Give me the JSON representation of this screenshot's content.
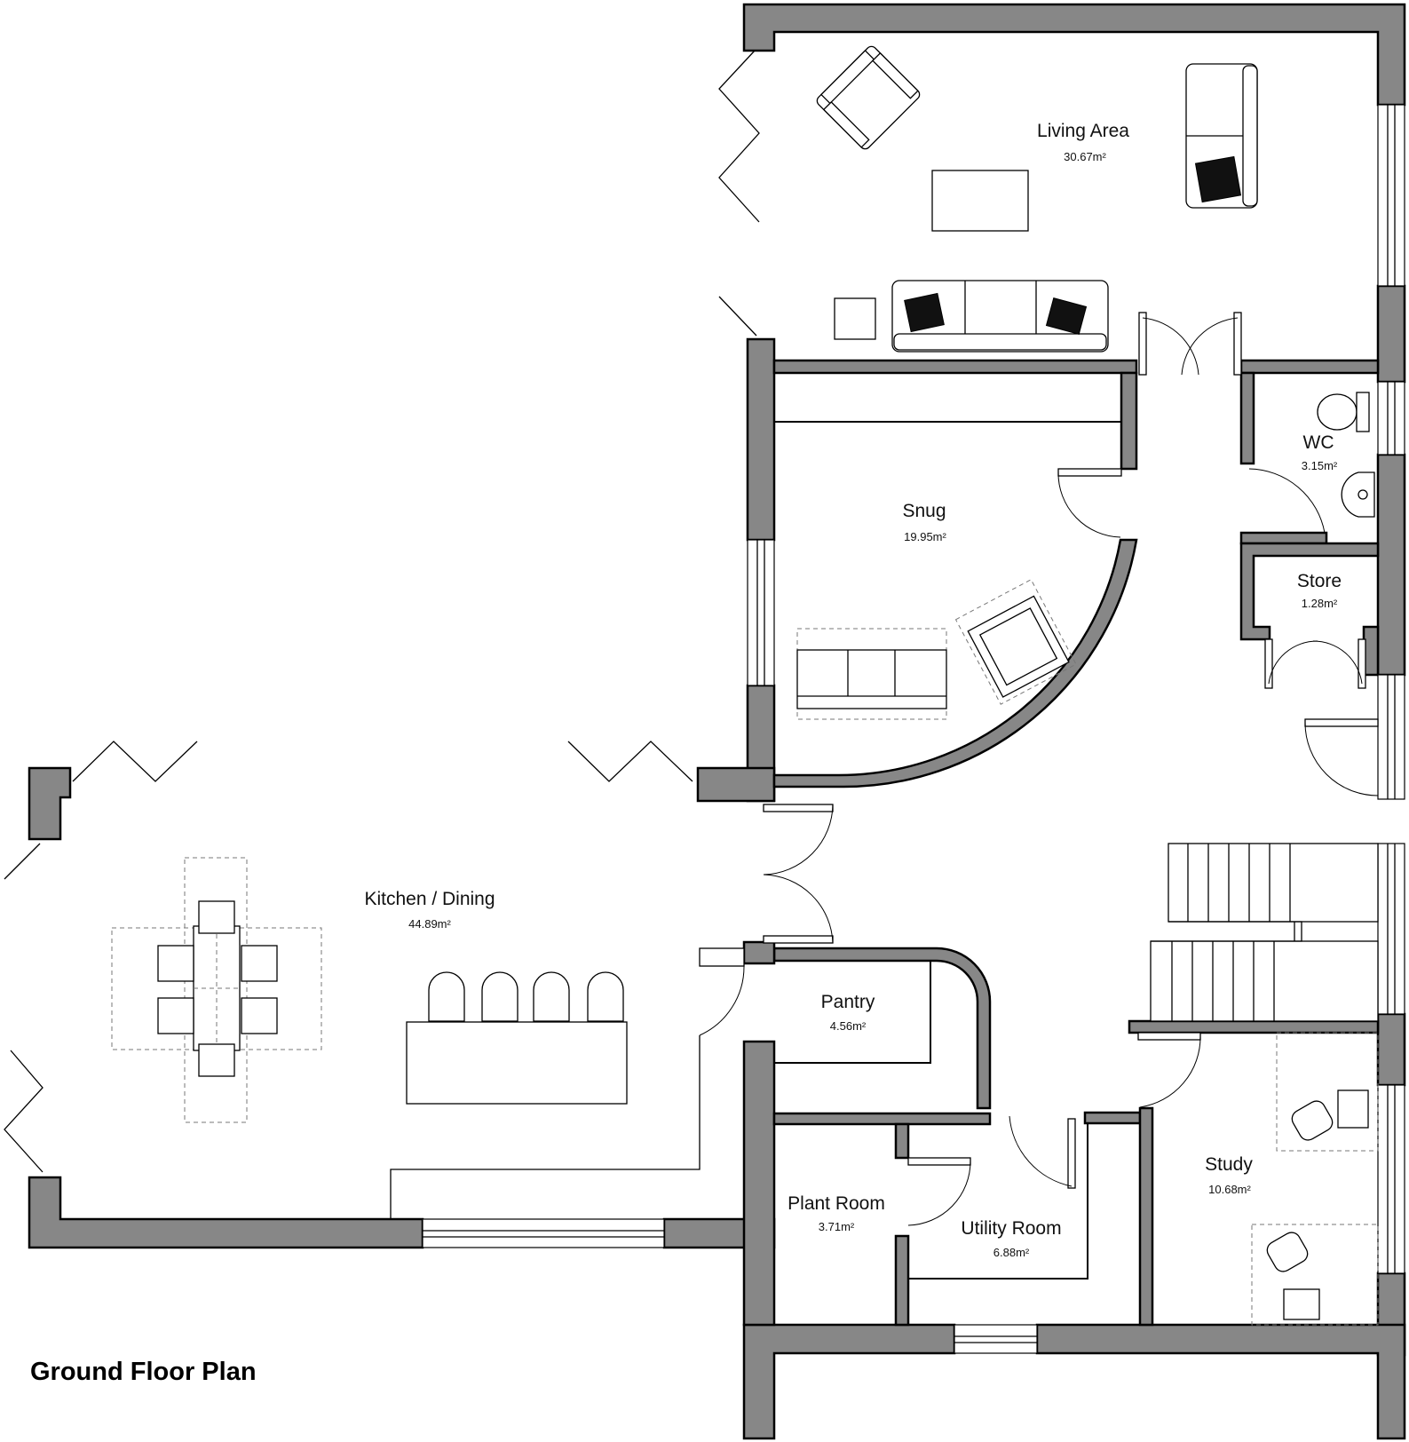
{
  "plan_title": "Ground Floor Plan",
  "rooms": {
    "living": {
      "name": "Living Area",
      "area": "30.67m²"
    },
    "snug": {
      "name": "Snug",
      "area": "19.95m²"
    },
    "wc": {
      "name": "WC",
      "area": "3.15m²"
    },
    "store": {
      "name": "Store",
      "area": "1.28m²"
    },
    "kitchen": {
      "name": "Kitchen / Dining",
      "area": "44.89m²"
    },
    "pantry": {
      "name": "Pantry",
      "area": "4.56m²"
    },
    "plant": {
      "name": "Plant Room",
      "area": "3.71m²"
    },
    "utility": {
      "name": "Utility Room",
      "area": "6.88m²"
    },
    "study": {
      "name": "Study",
      "area": "10.68m²"
    }
  },
  "colors": {
    "wall_fill": "#878787",
    "line": "#000000",
    "background": "#ffffff"
  },
  "furniture": [
    "armchair",
    "sofa-2-seat",
    "coffee-table",
    "side-table",
    "sofa-3-seat",
    "toilet",
    "basin",
    "sofa",
    "armchair",
    "dining-table",
    "dining-chairs",
    "kitchen-island",
    "bar-stools",
    "staircase",
    "office-desk",
    "office-chair"
  ]
}
